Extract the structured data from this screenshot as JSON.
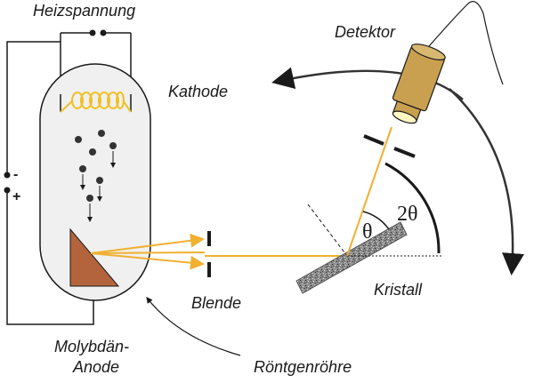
{
  "labels": {
    "heizspannung": "Heizspannung",
    "detektor": "Detektor",
    "kathode": "Kathode",
    "blende": "Blende",
    "kristall": "Kristall",
    "anode_line1": "Molybdän-",
    "anode_line2": "Anode",
    "roehre": "Röntgenröhre"
  },
  "symbols": {
    "theta": "θ",
    "two_theta": "2θ",
    "minus": "-",
    "plus": "+"
  },
  "colors": {
    "beam": "#f0b030",
    "filament": "#f0c020",
    "anode": "#b4643c",
    "detector": "#c8a050",
    "tube_fill": "#f0f0f0",
    "outline": "#1a1a1a",
    "crystal": "#777777"
  }
}
